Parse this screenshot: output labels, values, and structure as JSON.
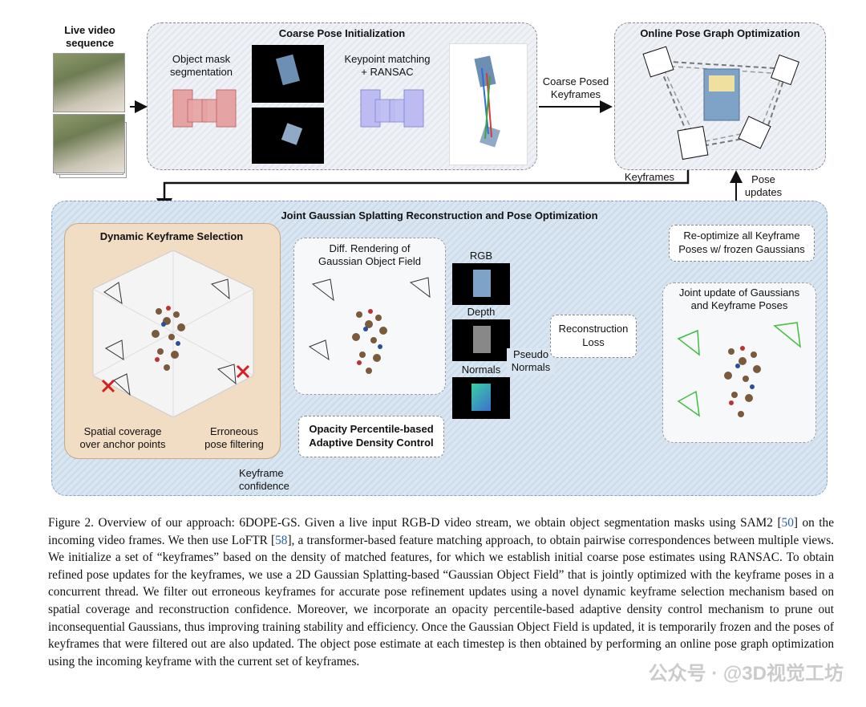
{
  "diagram": {
    "live_video": "Live video\nsequence",
    "coarse_title": "Coarse Pose Initialization",
    "object_mask": "Object mask\nsegmentation",
    "keypoint_matching": "Keypoint matching\n+ RANSAC",
    "coarse_posed_keyframes": "Coarse Posed\nKeyframes",
    "online_title": "Online Pose Graph Optimization",
    "keyframes": "Keyframes",
    "pose_updates": "Pose\nupdates",
    "joint_title": "Joint Gaussian Splatting Reconstruction and Pose Optimization",
    "dynamic_title": "Dynamic Keyframe Selection",
    "spatial_coverage": "Spatial coverage\nover anchor points",
    "erroneous_filtering": "Erroneous\npose filtering",
    "diff_rendering": "Diff. Rendering of\nGaussian Object Field",
    "rgb": "RGB",
    "depth": "Depth",
    "normals": "Normals",
    "pseudo_normals": "Pseudo\nNormals",
    "opacity_control": "Opacity Percentile-based\nAdaptive Density Control",
    "reconstruction_loss": "Reconstruction\nLoss",
    "joint_update": "Joint update of Gaussians\nand Keyframe Poses",
    "reoptimize": "Re-optimize all Keyframe\nPoses w/ frozen Gaussians",
    "keyframe_confidence": "Keyframe\nconfidence",
    "colors": {
      "blue_panel": "#d9e6f2",
      "tan_panel": "#f1dcc4",
      "red_box": "#d97b7b",
      "blue_box": "#9c9ce6",
      "green_cam": "#3fbf3f"
    }
  },
  "caption": {
    "p1": "Figure 2.  Overview of our approach: 6DOPE-GS. Given a live input RGB-D video stream, we obtain object segmentation masks using SAM2 [",
    "ref1": "50",
    "p2": "] on the incoming video frames. We then use LoFTR [",
    "ref2": "58",
    "p3": "], a transformer-based feature matching approach, to obtain pairwise correspondences between multiple views.  We initialize a set of “keyframes” based on the density of matched features, for which we establish initial coarse pose estimates using RANSAC. To obtain refined pose updates for the keyframes, we use a 2D Gaussian Splatting-based “Gaussian Object Field” that is jointly optimized with the keyframe poses in a concurrent thread. We filter out erroneous keyframes for accurate pose refinement updates using a novel dynamic keyframe selection mechanism based on spatial coverage and reconstruction confidence. Moreover, we incorporate an opacity percentile-based adaptive density control mechanism to prune out inconsequential Gaussians, thus improving training stability and efficiency. Once the Gaussian Object Field is updated, it is temporarily frozen and the poses of keyframes that were filtered out are also updated. The object pose estimate at each timestep is then obtained by performing an online pose graph optimization using the incoming keyframe with the current set of keyframes."
  },
  "watermark": "公众号 · @3D视觉工坊"
}
